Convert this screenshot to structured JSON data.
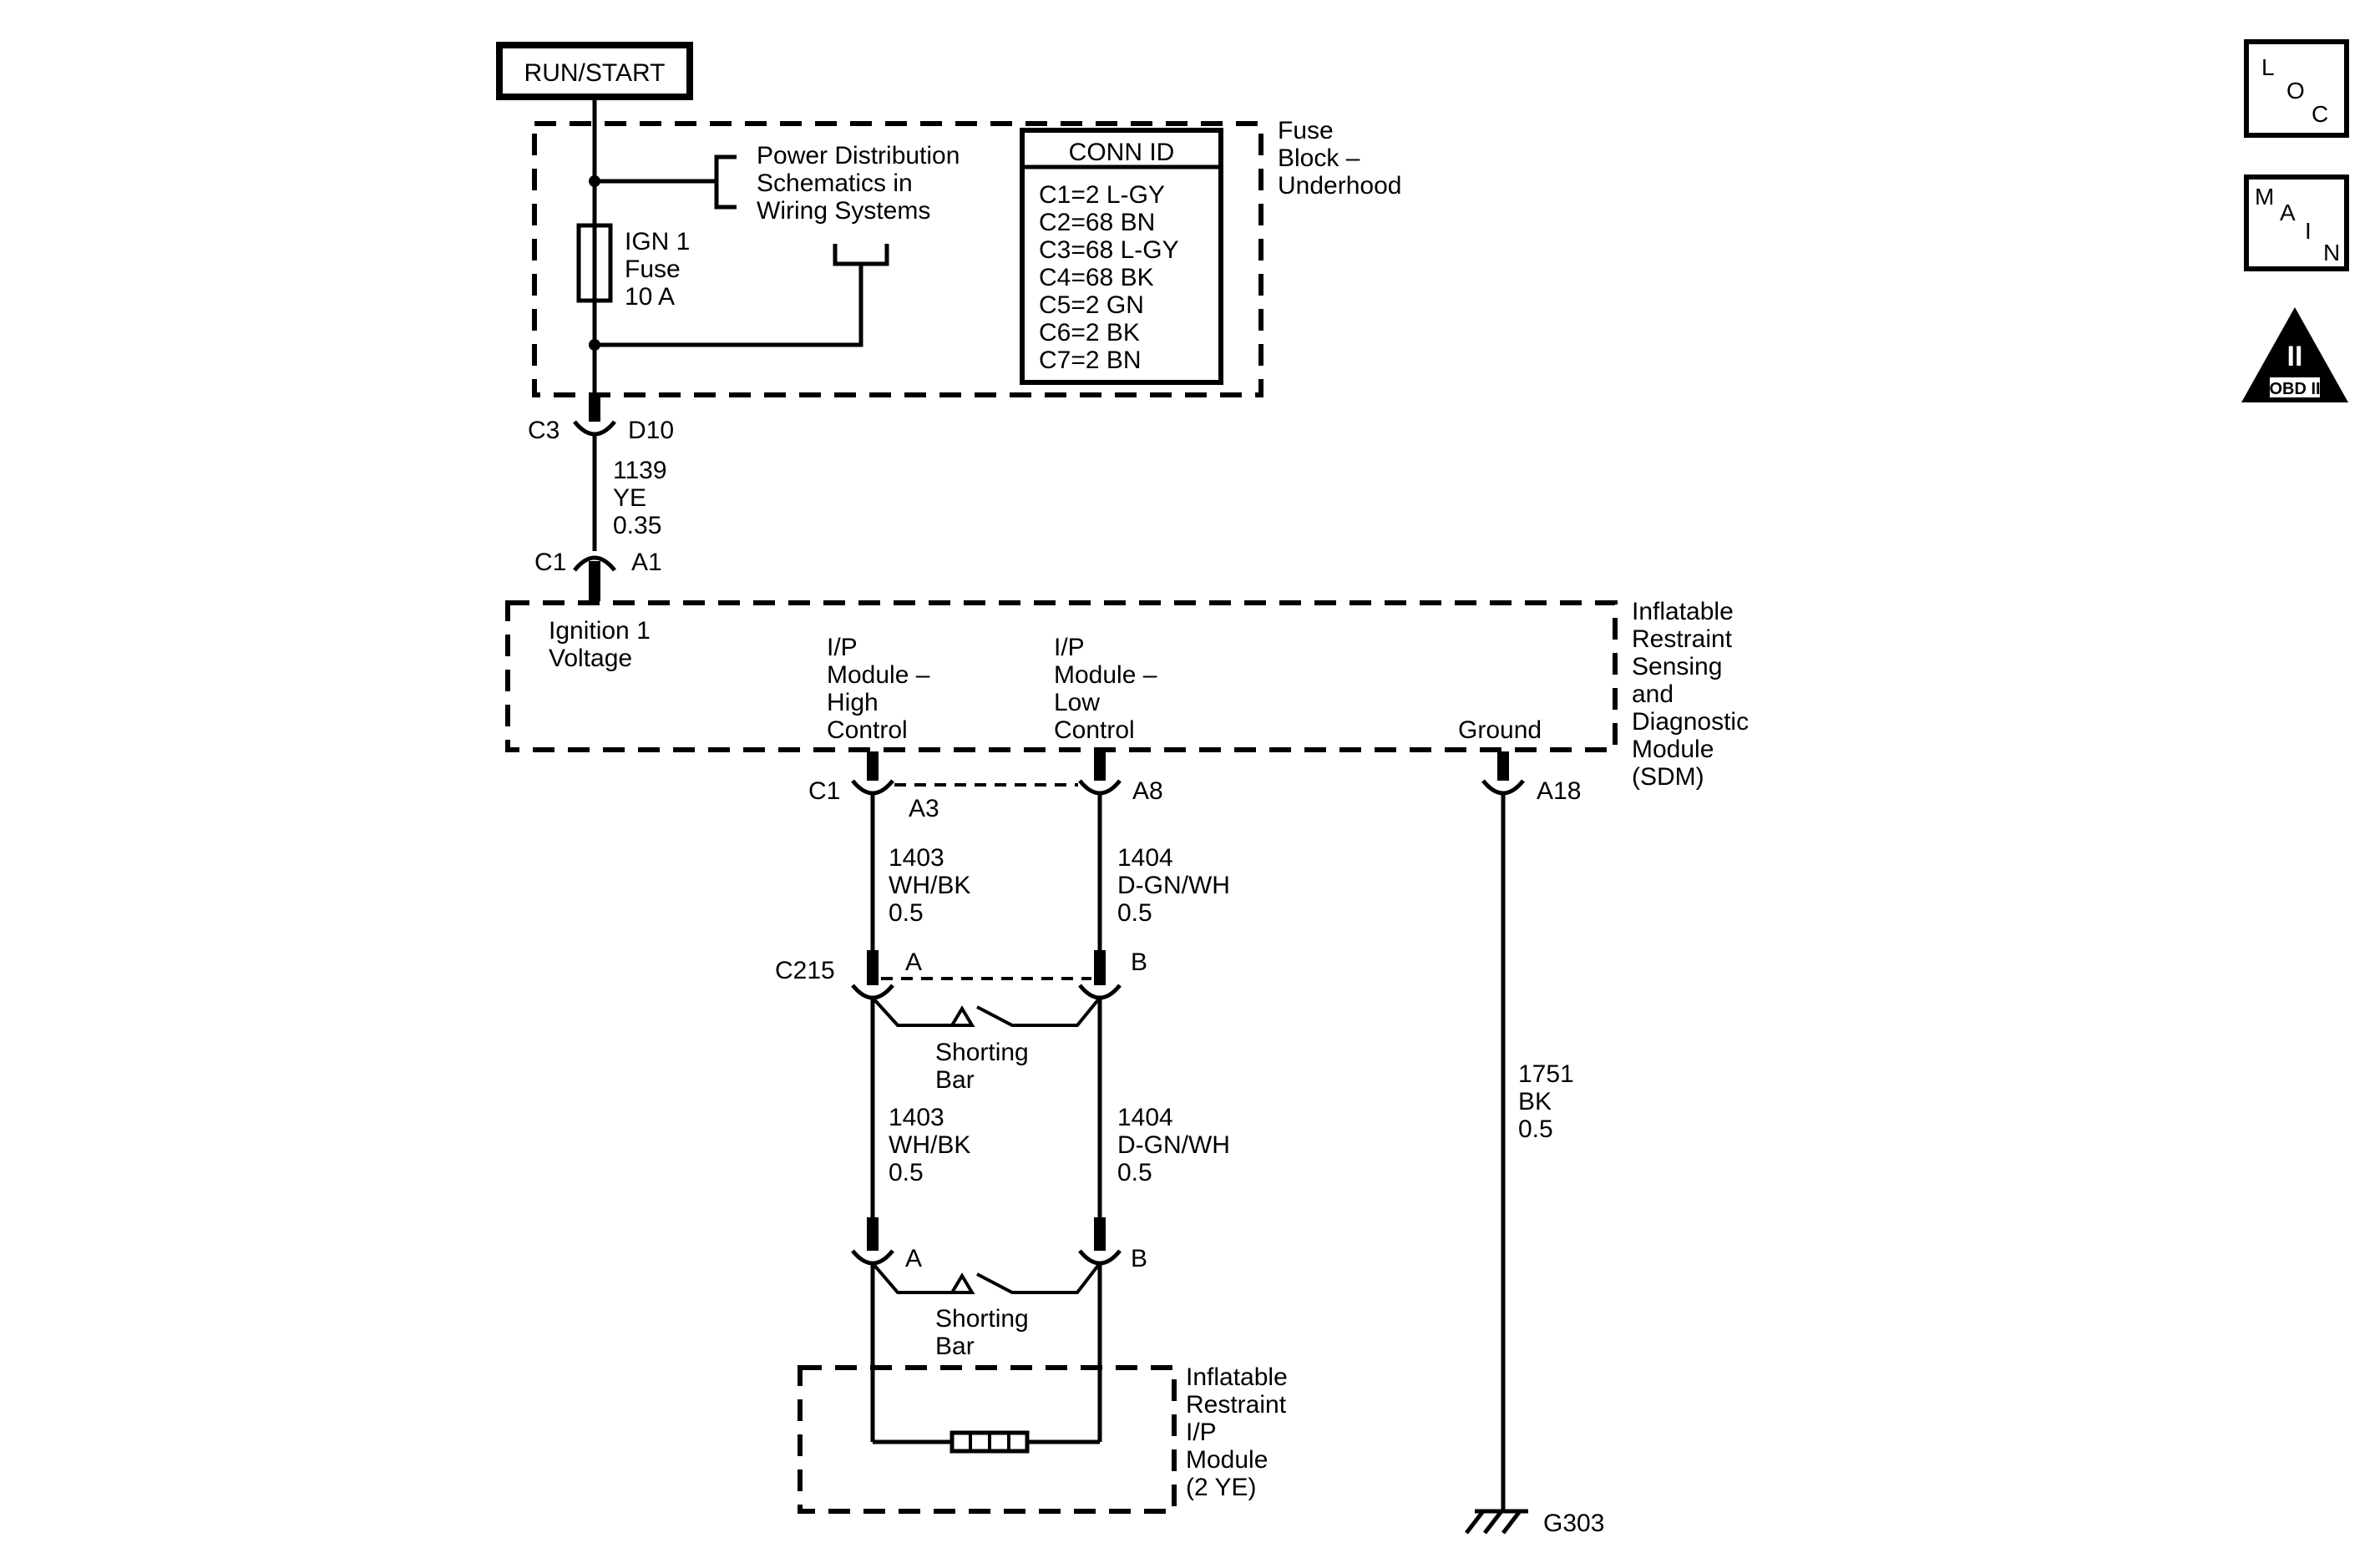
{
  "power_source": {
    "label": "RUN/START"
  },
  "fuse_block": {
    "name_lines": [
      "Fuse",
      "Block –",
      "Underhood"
    ],
    "power_ref_lines": [
      "Power Distribution",
      "Schematics in",
      "Wiring Systems"
    ],
    "fuse_lines": [
      "IGN 1",
      "Fuse",
      "10 A"
    ],
    "conn_id": {
      "header": "CONN ID",
      "rows": [
        "C1=2 L-GY",
        "C2=68 BN",
        "C3=68 L-GY",
        "C4=68 BK",
        "C5=2 GN",
        "C6=2 BK",
        "C7=2 BN"
      ]
    },
    "connector": "C3",
    "pin": "D10"
  },
  "wire_1139": {
    "lines": [
      "1139",
      "YE",
      "0.35"
    ]
  },
  "sdm": {
    "name_lines": [
      "Inflatable",
      "Restraint",
      "Sensing",
      "and",
      "Diagnostic",
      "Module",
      "(SDM)"
    ],
    "ignition_lines": [
      "Ignition 1",
      "Voltage"
    ],
    "high_control_lines": [
      "I/P",
      "Module –",
      "High",
      "Control"
    ],
    "low_control_lines": [
      "I/P",
      "Module –",
      "Low",
      "Control"
    ],
    "ground_label": "Ground",
    "connector": "C1",
    "pin_ignition": "A1",
    "pin_high": "A3",
    "pin_low": "A8",
    "pin_ground": "A18"
  },
  "wire_1403": {
    "lines": [
      "1403",
      "WH/BK",
      "0.5"
    ]
  },
  "wire_1404": {
    "lines": [
      "1404",
      "D-GN/WH",
      "0.5"
    ]
  },
  "wire_1751": {
    "lines": [
      "1751",
      "BK",
      "0.5"
    ]
  },
  "c215": {
    "connector": "C215",
    "pin_a": "A",
    "pin_b": "B",
    "shorting_bar_lines": [
      "Shorting",
      "Bar"
    ]
  },
  "module_connector": {
    "pin_a": "A",
    "pin_b": "B",
    "shorting_bar_lines": [
      "Shorting",
      "Bar"
    ]
  },
  "ip_module": {
    "name_lines": [
      "Inflatable",
      "Restraint",
      "I/P",
      "Module",
      "(2 YE)"
    ]
  },
  "ground": {
    "label": "G303"
  },
  "nav": {
    "loc": [
      "L",
      "O",
      "C"
    ],
    "main": [
      "M",
      "A",
      "I",
      "N"
    ],
    "obd": {
      "numeral": "II",
      "label": "OBD II"
    }
  }
}
